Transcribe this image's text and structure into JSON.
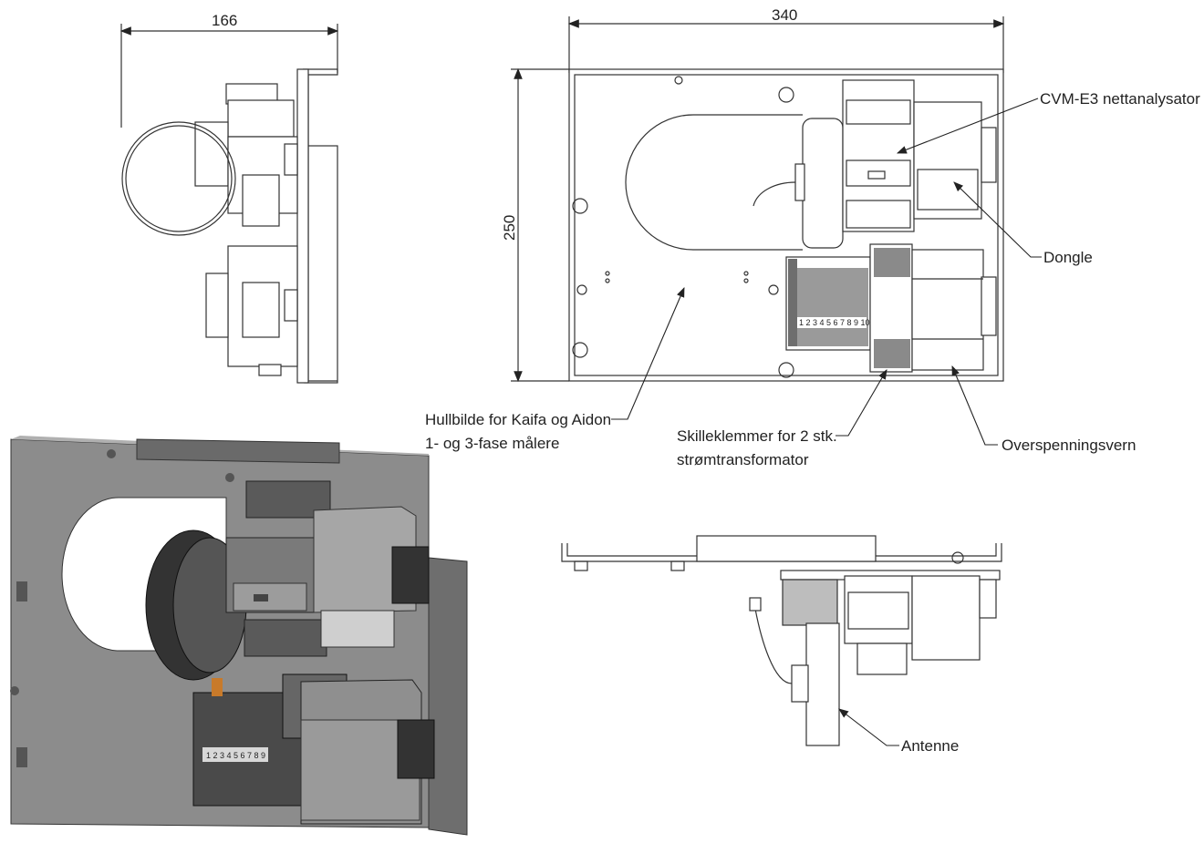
{
  "dimensions": {
    "width_side": "166",
    "width_top": "340",
    "height_top": "250"
  },
  "callouts": {
    "cvm": "CVM-E3 nettanalysator",
    "dongle": "Dongle",
    "hullbilde_1": "Hullbilde for Kaifa og Aidon",
    "hullbilde_2": "1- og 3-fase målere",
    "skilleklemmer_1": "Skilleklemmer for 2 stk.",
    "skilleklemmer_2": "strømtransformator",
    "overspenning": "Overspenningsvern",
    "antenne": "Antenne"
  },
  "terminal_numbers": "1 2 3 4 5 6 7 8 9 10",
  "terminal_numbers_iso": "1 2 3 4 5 6 7 8 9",
  "colors": {
    "line": "#333333",
    "plate_dark": "#5a5a5a",
    "plate_mid": "#8a8a8a",
    "plate_light": "#bdbdbd",
    "accent": "#c87a2a"
  }
}
